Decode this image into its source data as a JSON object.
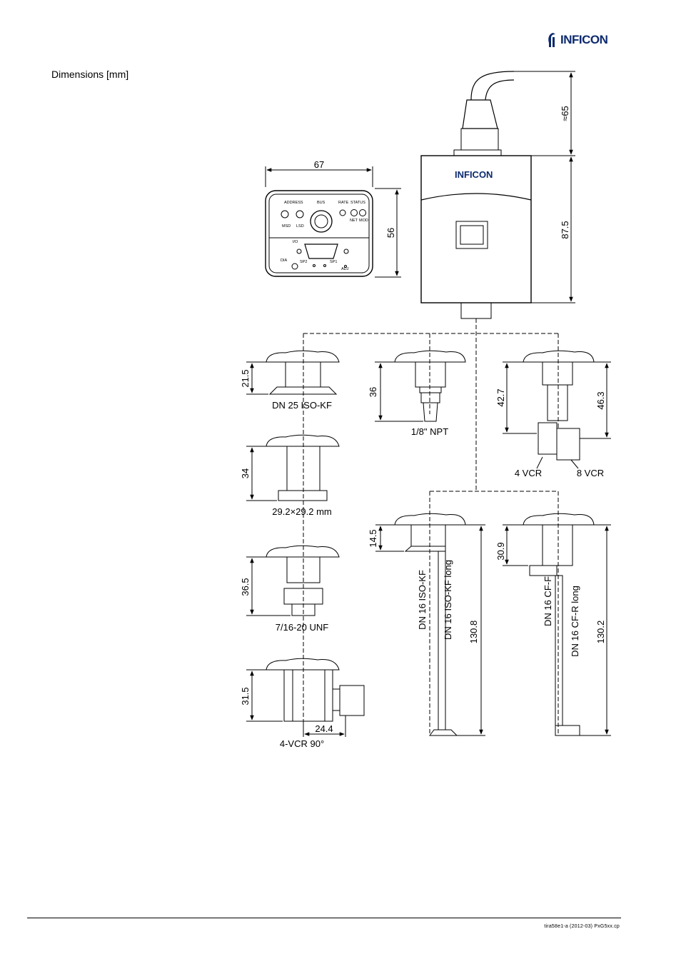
{
  "header": {
    "logo_text": "INFICON",
    "section_title": "Dimensions [mm]"
  },
  "dimensions": {
    "width": "67",
    "height_front": "56",
    "cable": "≈65",
    "body_height": "87.5",
    "iso_kf25": "21.5",
    "npt": "36",
    "vcr_short": "42.7",
    "vcr_long": "46.3",
    "square_flange": "34",
    "iso_kf16": "14.5",
    "cf_f": "30.9",
    "unf": "36.5",
    "vcr90_height": "31.5",
    "vcr90_offset": "24.4",
    "iso_kf16_long": "130.8",
    "cf_r_long": "130.2"
  },
  "labels": {
    "dn25": "DN 25 ISO-KF",
    "npt": "1/8\" NPT",
    "vcr4": "4 VCR",
    "vcr8": "8 VCR",
    "square": "29.2×29.2 mm",
    "unf": "7/16-20 UNF",
    "vcr90": "4-VCR 90°",
    "dn16_kf": "DN 16 ISO-KF",
    "dn16_kf_long": "DN 16 ISO-KF long",
    "dn16_cf": "DN 16 CF-F",
    "dn16_cfr_long": "DN 16 CF-R long"
  },
  "front_panel": {
    "address": "ADDRESS",
    "bus": "BUS",
    "rate": "RATE",
    "status": "STATUS",
    "msd": "MSD",
    "lsd": "LSD",
    "net": "NET",
    "mod": "MOD",
    "io": "I/O",
    "dia": "DIA",
    "sp2": "SP2",
    "sp1": "SP1",
    "adj": "ADJ",
    "body_logo": "INFICON"
  },
  "footer": {
    "doc_ref": "tira58e1-a    (2012-03)    PxG5xx.cp"
  }
}
